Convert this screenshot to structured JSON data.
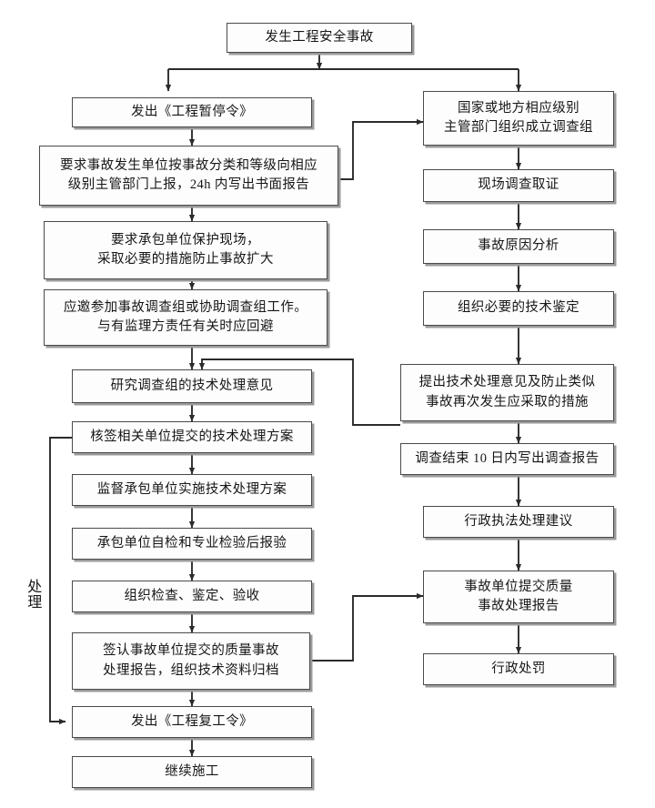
{
  "diagram": {
    "title_node": {
      "label": "发生工程安全事故"
    },
    "side_label": {
      "text": "处理"
    },
    "left_column": [
      {
        "id": "l1",
        "label": "发出《工程暂停令》"
      },
      {
        "id": "l2",
        "label": "要求事故发生单位按事故分类和等级向相应\n级别主管部门上报，24h 内写出书面报告"
      },
      {
        "id": "l3",
        "label": "要求承包单位保护现场，\n采取必要的措施防止事故扩大"
      },
      {
        "id": "l4",
        "label": "应邀参加事故调查组或协助调查组工作。\n与有监理方责任有关时应回避"
      },
      {
        "id": "l5",
        "label": "研究调查组的技术处理意见"
      },
      {
        "id": "l6",
        "label": "核签相关单位提交的技术处理方案"
      },
      {
        "id": "l7",
        "label": "监督承包单位实施技术处理方案"
      },
      {
        "id": "l8",
        "label": "承包单位自检和专业检验后报验"
      },
      {
        "id": "l9",
        "label": "组织检查、鉴定、验收"
      },
      {
        "id": "l10",
        "label": "签认事故单位提交的质量事故\n处理报告，组织技术资料归档"
      },
      {
        "id": "l11",
        "label": "发出《工程复工令》"
      },
      {
        "id": "l12",
        "label": "继续施工"
      }
    ],
    "right_column": [
      {
        "id": "r1",
        "label": "国家或地方相应级别\n主管部门组织成立调查组"
      },
      {
        "id": "r2",
        "label": "现场调查取证"
      },
      {
        "id": "r3",
        "label": "事故原因分析"
      },
      {
        "id": "r4",
        "label": "组织必要的技术鉴定"
      },
      {
        "id": "r5",
        "label": "提出技术处理意见及防止类似\n事故再次发生应采取的措施"
      },
      {
        "id": "r6",
        "label": "调查结束 10 日内写出调查报告"
      },
      {
        "id": "r7",
        "label": "行政执法处理建议"
      },
      {
        "id": "r8",
        "label": "事故单位提交质量\n事故处理报告"
      },
      {
        "id": "r9",
        "label": "行政处罚"
      }
    ],
    "colors": {
      "node_border": "#4a4a4a",
      "node_fill": "#fdfdfd",
      "node_shadow": "#9a9a9a",
      "connector": "#2b2b2b",
      "text": "#161616",
      "background": "#ffffff"
    }
  }
}
